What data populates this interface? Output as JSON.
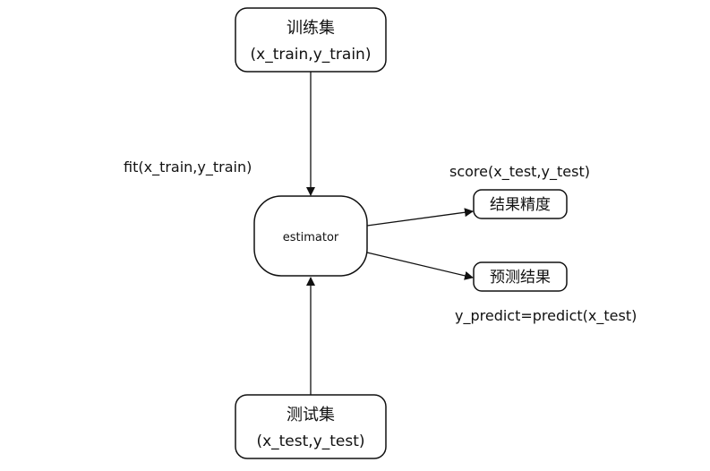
{
  "nodes": {
    "train_set": {
      "title": "训练集",
      "subtitle": "(x_train,y_train)"
    },
    "estimator": {
      "title": "estimator"
    },
    "score_result": {
      "title": "结果精度"
    },
    "predict_result": {
      "title": "预测结果"
    },
    "test_set": {
      "title": "测试集",
      "subtitle": "(x_test,y_test)"
    }
  },
  "edges": {
    "fit": {
      "label": "fit(x_train,y_train)"
    },
    "score": {
      "label": "score(x_test,y_test)"
    },
    "predict": {
      "label": "y_predict=predict(x_test)"
    }
  },
  "colors": {
    "stroke": "#111111",
    "background": "#ffffff"
  }
}
